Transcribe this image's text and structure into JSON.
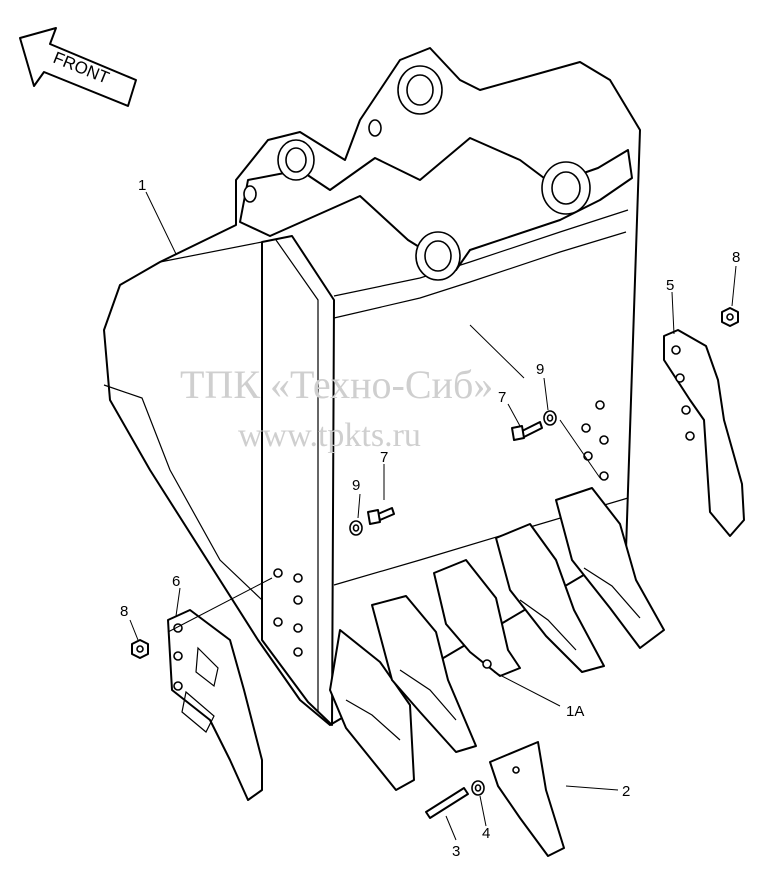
{
  "direction_label": "FRONT",
  "watermark": {
    "line1": "ТПК «Техно-Сиб»",
    "line2": "www.tpkts.ru"
  },
  "callouts": {
    "bucket": "1",
    "tooth_adapter": "1A",
    "tooth_point": "2",
    "tooth_pin": "3",
    "pin_lock": "4",
    "side_cutter_right": "5",
    "side_cutter_left": "6",
    "bolt_upper": "7",
    "bolt_lower": "7",
    "nut_right": "8",
    "nut_left": "8",
    "washer_upper": "9",
    "washer_lower": "9"
  },
  "colors": {
    "line": "#000000",
    "background": "#ffffff",
    "watermark": "#cfcfcf"
  }
}
